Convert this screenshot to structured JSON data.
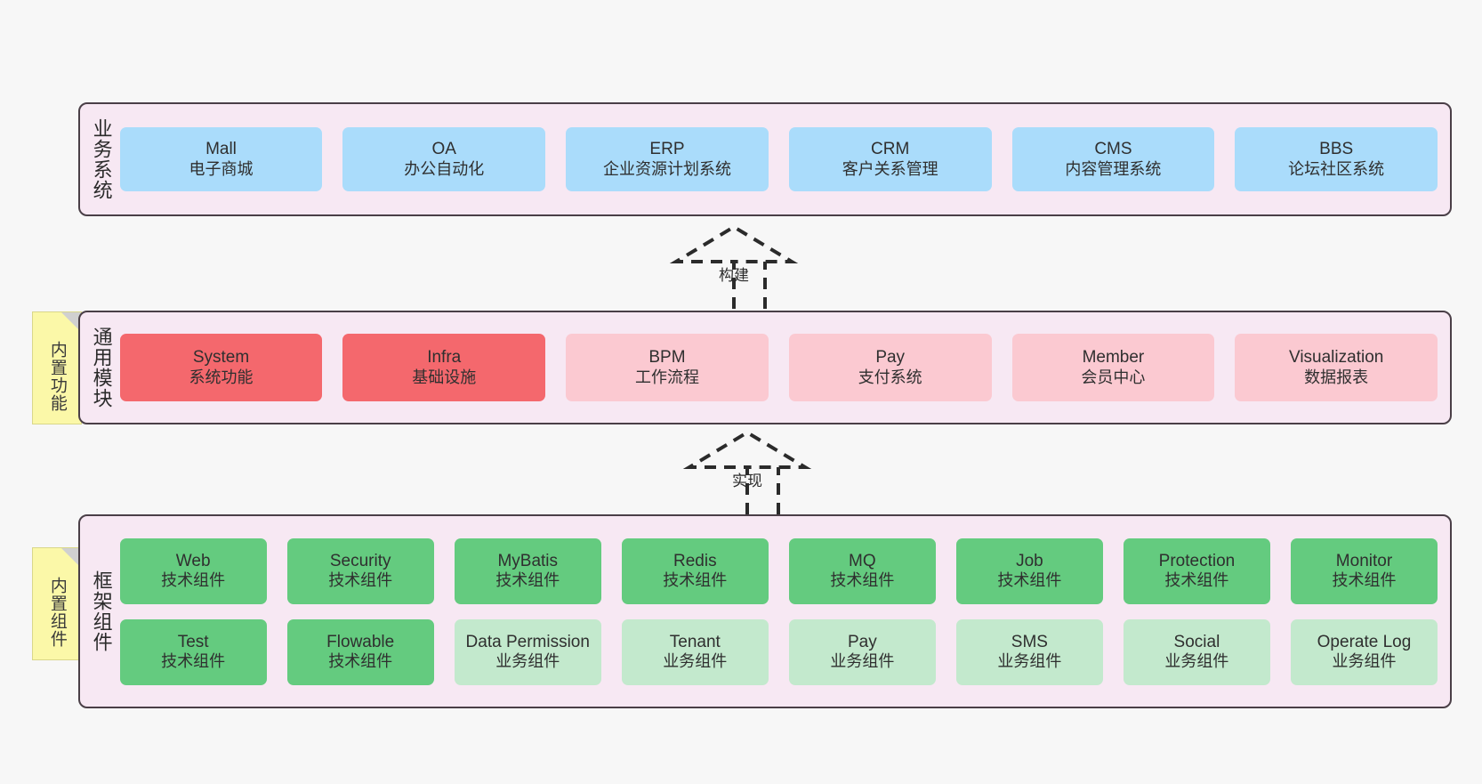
{
  "diagram": {
    "layers": [
      {
        "id": "business",
        "title": "业务系统",
        "note": null,
        "rows": [
          [
            {
              "en": "Mall",
              "cn": "电子商城",
              "color": "#aadcfb"
            },
            {
              "en": "OA",
              "cn": "办公自动化",
              "color": "#aadcfb"
            },
            {
              "en": "ERP",
              "cn": "企业资源计划系统",
              "color": "#aadcfb"
            },
            {
              "en": "CRM",
              "cn": "客户关系管理",
              "color": "#aadcfb"
            },
            {
              "en": "CMS",
              "cn": "内容管理系统",
              "color": "#aadcfb"
            },
            {
              "en": "BBS",
              "cn": "论坛社区系统",
              "color": "#aadcfb"
            }
          ]
        ]
      },
      {
        "id": "common",
        "title": "通用模块",
        "note": "内置功能",
        "rows": [
          [
            {
              "en": "System",
              "cn": "系统功能",
              "color": "#f4686d"
            },
            {
              "en": "Infra",
              "cn": "基础设施",
              "color": "#f4686d"
            },
            {
              "en": "BPM",
              "cn": "工作流程",
              "color": "#fbc9d1"
            },
            {
              "en": "Pay",
              "cn": "支付系统",
              "color": "#fbc9d1"
            },
            {
              "en": "Member",
              "cn": "会员中心",
              "color": "#fbc9d1"
            },
            {
              "en": "Visualization",
              "cn": "数据报表",
              "color": "#fbc9d1"
            }
          ]
        ]
      },
      {
        "id": "frame",
        "title": "框架组件",
        "note": "内置组件",
        "rows": [
          [
            {
              "en": "Web",
              "cn": "技术组件",
              "color": "#64cb7f"
            },
            {
              "en": "Security",
              "cn": "技术组件",
              "color": "#64cb7f"
            },
            {
              "en": "MyBatis",
              "cn": "技术组件",
              "color": "#64cb7f"
            },
            {
              "en": "Redis",
              "cn": "技术组件",
              "color": "#64cb7f"
            },
            {
              "en": "MQ",
              "cn": "技术组件",
              "color": "#64cb7f"
            },
            {
              "en": "Job",
              "cn": "技术组件",
              "color": "#64cb7f"
            },
            {
              "en": "Protection",
              "cn": "技术组件",
              "color": "#64cb7f"
            },
            {
              "en": "Monitor",
              "cn": "技术组件",
              "color": "#64cb7f"
            }
          ],
          [
            {
              "en": "Test",
              "cn": "技术组件",
              "color": "#64cb7f"
            },
            {
              "en": "Flowable",
              "cn": "技术组件",
              "color": "#64cb7f"
            },
            {
              "en": "Data Permission",
              "cn": "业务组件",
              "color": "#c3e9cd"
            },
            {
              "en": "Tenant",
              "cn": "业务组件",
              "color": "#c3e9cd"
            },
            {
              "en": "Pay",
              "cn": "业务组件",
              "color": "#c3e9cd"
            },
            {
              "en": "SMS",
              "cn": "业务组件",
              "color": "#c3e9cd"
            },
            {
              "en": "Social",
              "cn": "业务组件",
              "color": "#c3e9cd"
            },
            {
              "en": "Operate Log",
              "cn": "业务组件",
              "color": "#c3e9cd"
            }
          ]
        ]
      }
    ],
    "connectors": [
      {
        "id": "build",
        "label": "构建"
      },
      {
        "id": "impl",
        "label": "实现"
      }
    ],
    "colors": {
      "background": "#f7f7f7",
      "layer_fill": "#f7e8f3",
      "layer_border": "#4a3f47",
      "note_fill": "#fbf8a8",
      "business_cell": "#aadcfb",
      "module_strong": "#f4686d",
      "module_light": "#fbc9d1",
      "tech_component": "#64cb7f",
      "biz_component": "#c3e9cd"
    }
  }
}
